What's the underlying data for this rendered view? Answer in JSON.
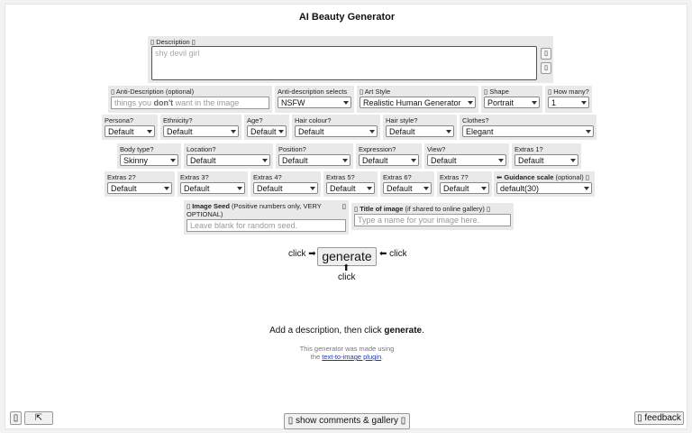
{
  "title": "AI Beauty Generator",
  "description": {
    "label": "▯ Description ▯",
    "placeholder": "shy devil girl",
    "side_btn_1": "▯",
    "side_btn_2": "▯"
  },
  "anti_description": {
    "label": "▯ Anti-Description (optional)",
    "placeholder_pre": "things you ",
    "placeholder_bold": "don't",
    "placeholder_post": " want in the image"
  },
  "anti_selects": {
    "label": "Anti-description selects",
    "value": "NSFW"
  },
  "art_style": {
    "label": "▯ Art Style",
    "value": "Realistic Human Generator"
  },
  "shape": {
    "label": "▯ Shape",
    "value": "Portrait"
  },
  "how_many": {
    "label": "▯ How many?",
    "value": "1"
  },
  "row2": [
    {
      "label": "Persona?",
      "value": "Default"
    },
    {
      "label": "Ethnicity?",
      "value": "Default"
    },
    {
      "label": "Age?",
      "value": "Default"
    },
    {
      "label": "Hair colour?",
      "value": "Default"
    },
    {
      "label": "Hair style?",
      "value": "Default"
    },
    {
      "label": "Clothes?",
      "value": "Elegant"
    }
  ],
  "row3": [
    {
      "label": "Body type?",
      "value": "Skinny"
    },
    {
      "label": "Location?",
      "value": "Default"
    },
    {
      "label": "Position?",
      "value": "Default"
    },
    {
      "label": "Expression?",
      "value": "Default"
    },
    {
      "label": "View?",
      "value": "Default"
    },
    {
      "label": "Extras 1?",
      "value": "Default"
    }
  ],
  "row4": [
    {
      "label": "Extras 2?",
      "value": "Default"
    },
    {
      "label": "Extras 3?",
      "value": "Default"
    },
    {
      "label": "Extras 4?",
      "value": "Default"
    },
    {
      "label": "Extras 5?",
      "value": "Default"
    },
    {
      "label": "Extras 6?",
      "value": "Default"
    },
    {
      "label": "Extras 7?",
      "value": "Default"
    }
  ],
  "guidance": {
    "label_pre": "⬅ ",
    "label_bold": "Guidance scale",
    "label_post": " (optional) ▯",
    "value": "default(30)"
  },
  "seed": {
    "label_pre": "▯ ",
    "label_bold": "Image Seed",
    "label_post": " (Positive numbers only, VERY OPTIONAL)",
    "label_icon": "▯",
    "placeholder": "Leave blank for random seed."
  },
  "image_title": {
    "label_pre": "▯ ",
    "label_bold": "Title of image",
    "label_post": " (if shared to online gallery) ▯",
    "placeholder": "Type a name for your image here."
  },
  "generate": {
    "button": "generate",
    "left_hint": "click ➡",
    "right_hint": "⬅ click",
    "below_arrow": "⬆",
    "below_hint": "click"
  },
  "status": {
    "pre": "Add a description, then click ",
    "bold": "generate",
    "post": "."
  },
  "made_with": {
    "line1": "This generator was made using",
    "line2_pre": "the ",
    "line2_link": "text-to-image plugin",
    "line2_post": "."
  },
  "bottom": {
    "left_btn_1": "▯",
    "left_btn_2": "⇱",
    "comments": "▯ show comments & gallery ▯",
    "feedback": "▯ feedback"
  }
}
